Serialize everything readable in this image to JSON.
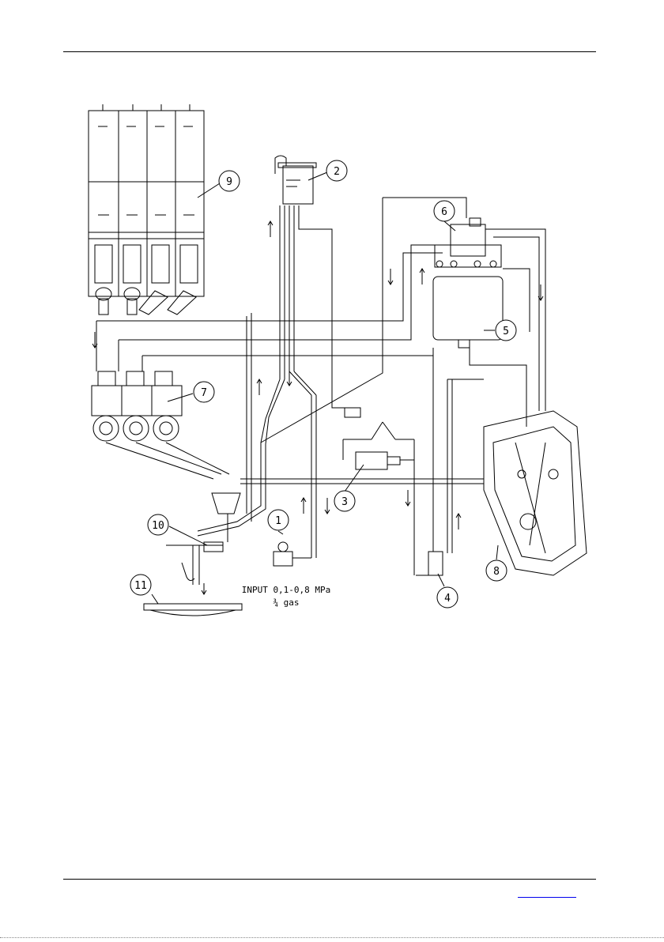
{
  "callouts": [
    {
      "id": "1",
      "label": "1"
    },
    {
      "id": "2",
      "label": "2"
    },
    {
      "id": "3",
      "label": "3"
    },
    {
      "id": "4",
      "label": "4"
    },
    {
      "id": "5",
      "label": "5"
    },
    {
      "id": "6",
      "label": "6"
    },
    {
      "id": "7",
      "label": "7"
    },
    {
      "id": "8",
      "label": "8"
    },
    {
      "id": "9",
      "label": "9"
    },
    {
      "id": "10",
      "label": "10"
    },
    {
      "id": "11",
      "label": "11"
    }
  ],
  "input_label": {
    "line1": "INPUT 0,1-0,8 MPa",
    "line2": "¾ gas"
  },
  "footer": {
    "link_text": ""
  },
  "colors": {
    "line": "#000000",
    "link": "#0000ee",
    "background": "#ffffff"
  }
}
